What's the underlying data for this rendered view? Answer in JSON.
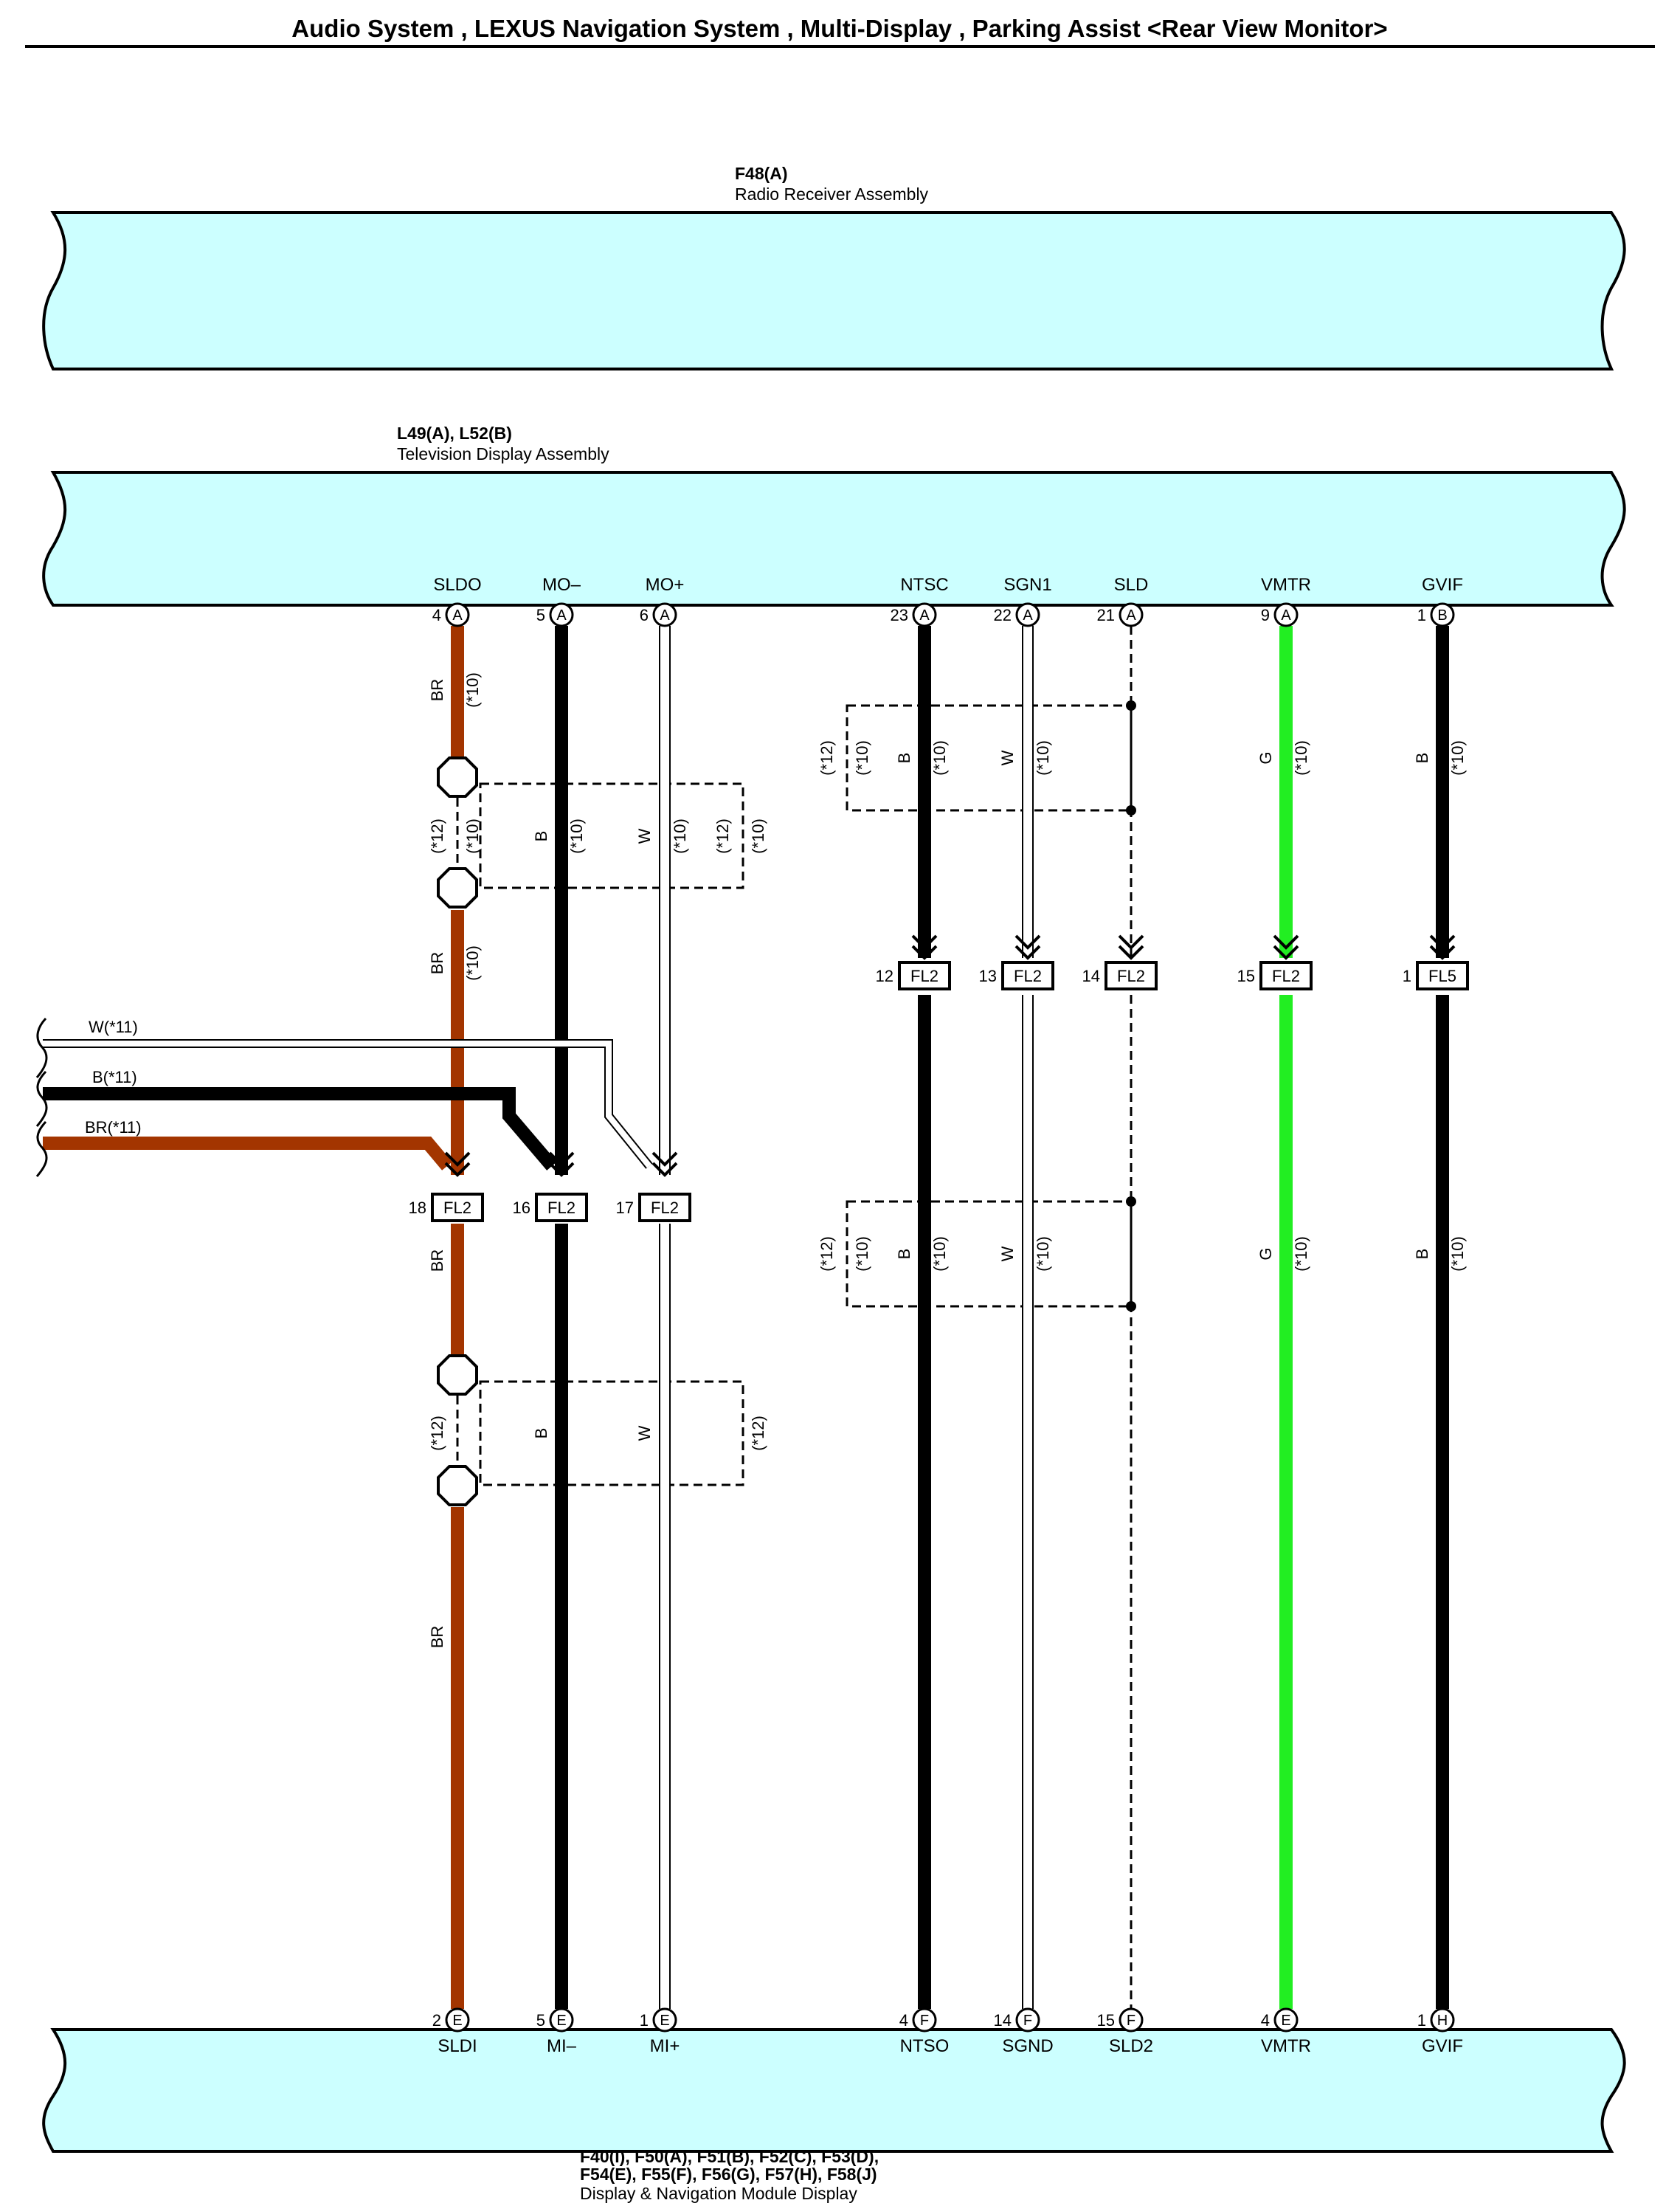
{
  "title": "Audio System , LEXUS Navigation System , Multi-Display , Parking Assist <Rear View Monitor>",
  "colors": {
    "assembly_fill": "#ccffff",
    "wire_BR": "#a33500",
    "wire_B": "#000000",
    "wire_W": "#ffffff",
    "wire_G": "#22ee22",
    "ink": "#000000"
  },
  "components": {
    "top": {
      "code": "F48(A)",
      "name": "Radio Receiver Assembly"
    },
    "middle": {
      "code": "L49(A), L52(B)",
      "name": "Television Display Assembly"
    },
    "bottom": {
      "code_line1": "F40(I), F50(A), F51(B), F52(C), F53(D),",
      "code_line2": "F54(E), F55(F), F56(G), F57(H), F58(J)",
      "name": "Display & Navigation Module Display"
    }
  },
  "columns": [
    {
      "id": "c1",
      "color": "BR",
      "tv_signal": "SLDO",
      "tv_pin": "4",
      "tv_conn": "A",
      "junction": {
        "pin": "18",
        "name": "FL2"
      },
      "disp_pin": "2",
      "disp_conn": "E",
      "disp_signal": "SLDI",
      "upper_labels": [
        "BR",
        "(*10)"
      ],
      "mid_labels": [
        "BR",
        "(*10)"
      ],
      "lower_labels": [
        "BR"
      ],
      "bottom_labels": [
        "BR"
      ]
    },
    {
      "id": "c2",
      "color": "B",
      "tv_signal": "MO–",
      "tv_pin": "5",
      "tv_conn": "A",
      "junction": {
        "pin": "16",
        "name": "FL2"
      },
      "disp_pin": "5",
      "disp_conn": "E",
      "disp_signal": "MI–",
      "upper_labels": [
        "B",
        "(*10)"
      ],
      "lower_labels": [
        "B"
      ]
    },
    {
      "id": "c3",
      "color": "W",
      "tv_signal": "MO+",
      "tv_pin": "6",
      "tv_conn": "A",
      "junction": {
        "pin": "17",
        "name": "FL2"
      },
      "disp_pin": "1",
      "disp_conn": "E",
      "disp_signal": "MI+",
      "upper_labels": [
        "W",
        "(*10)"
      ],
      "lower_labels": [
        "W"
      ]
    },
    {
      "id": "c4",
      "color": "B",
      "tv_signal": "NTSC",
      "tv_pin": "23",
      "tv_conn": "A",
      "junction": {
        "pin": "12",
        "name": "FL2"
      },
      "disp_pin": "4",
      "disp_conn": "F",
      "disp_signal": "NTSO",
      "upper_labels": [
        "B",
        "(*10)"
      ],
      "lower_labels": [
        "B",
        "(*10)"
      ]
    },
    {
      "id": "c5",
      "color": "W",
      "tv_signal": "SGN1",
      "tv_pin": "22",
      "tv_conn": "A",
      "junction": {
        "pin": "13",
        "name": "FL2"
      },
      "disp_pin": "14",
      "disp_conn": "F",
      "disp_signal": "SGND",
      "upper_labels": [
        "W",
        "(*10)"
      ],
      "lower_labels": [
        "W",
        "(*10)"
      ]
    },
    {
      "id": "c6",
      "color": "SHIELD",
      "tv_signal": "SLD",
      "tv_pin": "21",
      "tv_conn": "A",
      "junction": {
        "pin": "14",
        "name": "FL2"
      },
      "disp_pin": "15",
      "disp_conn": "F",
      "disp_signal": "SLD2"
    },
    {
      "id": "c7",
      "color": "G",
      "tv_signal": "VMTR",
      "tv_pin": "9",
      "tv_conn": "A",
      "junction": {
        "pin": "15",
        "name": "FL2"
      },
      "disp_pin": "4",
      "disp_conn": "E",
      "disp_signal": "VMTR",
      "upper_labels": [
        "G",
        "(*10)"
      ],
      "lower_labels": [
        "G",
        "(*10)"
      ]
    },
    {
      "id": "c8",
      "color": "B",
      "tv_signal": "GVIF",
      "tv_pin": "1",
      "tv_conn": "B",
      "junction": {
        "pin": "1",
        "name": "FL5"
      },
      "disp_pin": "1",
      "disp_conn": "H",
      "disp_signal": "GVIF",
      "upper_labels": [
        "B",
        "(*10)"
      ],
      "lower_labels": [
        "B",
        "(*10)"
      ]
    }
  ],
  "external_wires": [
    {
      "label": "W(*11)",
      "color": "W"
    },
    {
      "label": "B(*11)",
      "color": "B"
    },
    {
      "label": "BR(*11)",
      "color": "BR"
    }
  ],
  "shield_notes": {
    "left_upper_a": "(*12)",
    "left_upper_b": "(*10)",
    "left_upper_right_a": "(*12)",
    "left_upper_right_b": "(*10)",
    "left_lower_a": "(*12)",
    "left_lower_right": "(*12)",
    "right_upper_a": "(*12)",
    "right_upper_b": "(*10)",
    "right_lower_a": "(*12)",
    "right_lower_b": "(*10)"
  }
}
